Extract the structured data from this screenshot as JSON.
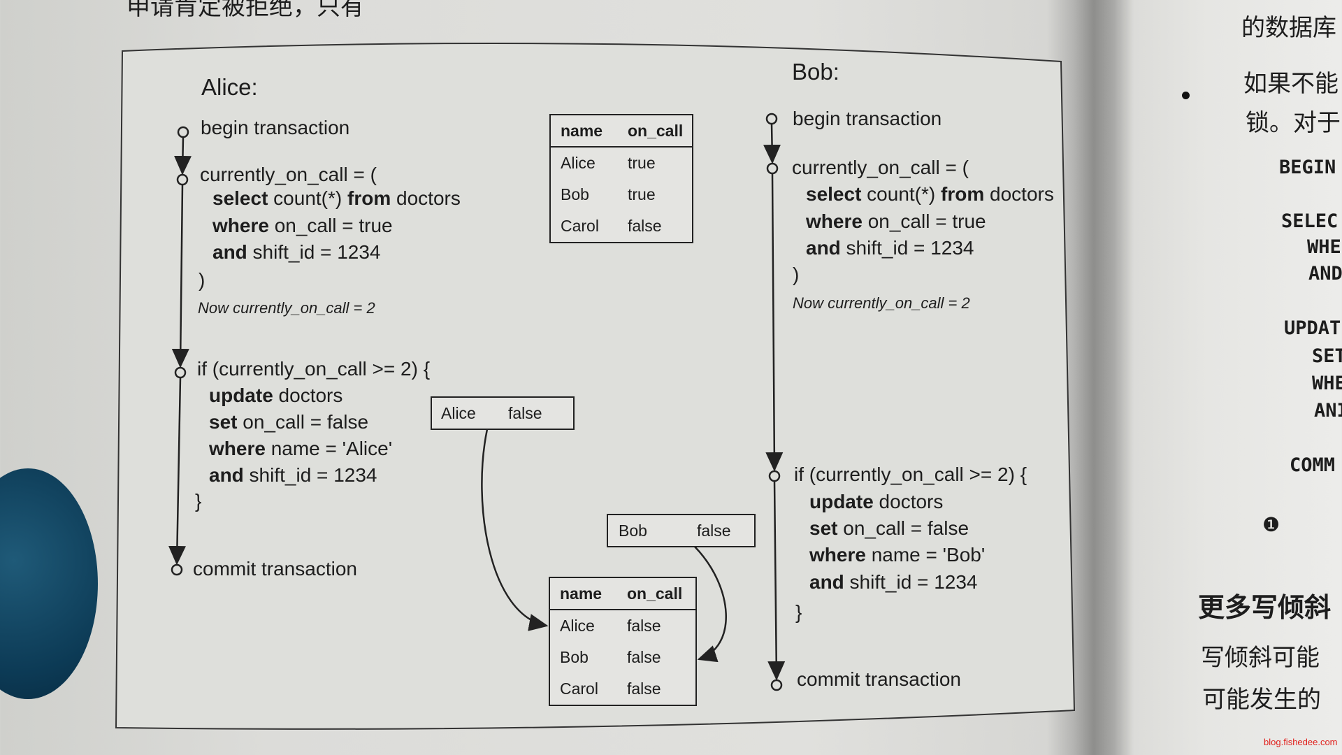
{
  "top_text": "申请肯定被拒绝，只有",
  "diagram": {
    "alice": {
      "label": "Alice:",
      "begin": "begin transaction",
      "assign": "currently_on_call = (",
      "select_kw": "select",
      "select_t": " count(*) ",
      "from_kw": "from",
      "from_t": " doctors",
      "where_kw": "where",
      "where_t": " on_call = true",
      "and_kw": "and",
      "and_t": " shift_id = 1234",
      "close_paren": ")",
      "note": "Now currently_on_call = 2",
      "if_line": "if (currently_on_call >= 2) {",
      "update_kw": "update",
      "update_t": " doctors",
      "set_kw": "set",
      "set_t": " on_call = false",
      "where2_kw": "where",
      "where2_t": " name = 'Alice'",
      "and2_kw": "and",
      "and2_t": " shift_id = 1234",
      "close_brace": "}",
      "commit": "commit transaction"
    },
    "bob": {
      "label": "Bob:",
      "begin": "begin transaction",
      "assign": "currently_on_call = (",
      "select_kw": "select",
      "select_t": " count(*) ",
      "from_kw": "from",
      "from_t": " doctors",
      "where_kw": "where",
      "where_t": " on_call = true",
      "and_kw": "and",
      "and_t": " shift_id = 1234",
      "close_paren": ")",
      "note": "Now currently_on_call = 2",
      "if_line": "if (currently_on_call >= 2) {",
      "update_kw": "update",
      "update_t": " doctors",
      "set_kw": "set",
      "set_t": " on_call = false",
      "where2_kw": "where",
      "where2_t": " name = 'Bob'",
      "and2_kw": "and",
      "and2_t": " shift_id = 1234",
      "close_brace": "}",
      "commit": "commit transaction"
    },
    "table_before": {
      "headers": [
        "name",
        "on_call"
      ],
      "rows": [
        [
          "Alice",
          "true"
        ],
        [
          "Bob",
          "true"
        ],
        [
          "Carol",
          "false"
        ]
      ]
    },
    "write_alice": [
      "Alice",
      "false"
    ],
    "write_bob": [
      "Bob",
      "false"
    ],
    "table_after": {
      "headers": [
        "name",
        "on_call"
      ],
      "rows": [
        [
          "Alice",
          "false"
        ],
        [
          "Bob",
          "false"
        ],
        [
          "Carol",
          "false"
        ]
      ]
    }
  },
  "right_page": {
    "line1": "的数据库",
    "line2": "如果不能",
    "line3": "锁。对于",
    "code": [
      "BEGIN",
      "SELEC",
      "WHE",
      "AND",
      "UPDAT",
      "SET",
      "WHE",
      "ANI",
      "COMM"
    ],
    "callout": "❶",
    "heading": "更多写倾斜",
    "para1": "写倾斜可能",
    "para2": "可能发生的"
  },
  "watermark": "blog.fishedee.com"
}
